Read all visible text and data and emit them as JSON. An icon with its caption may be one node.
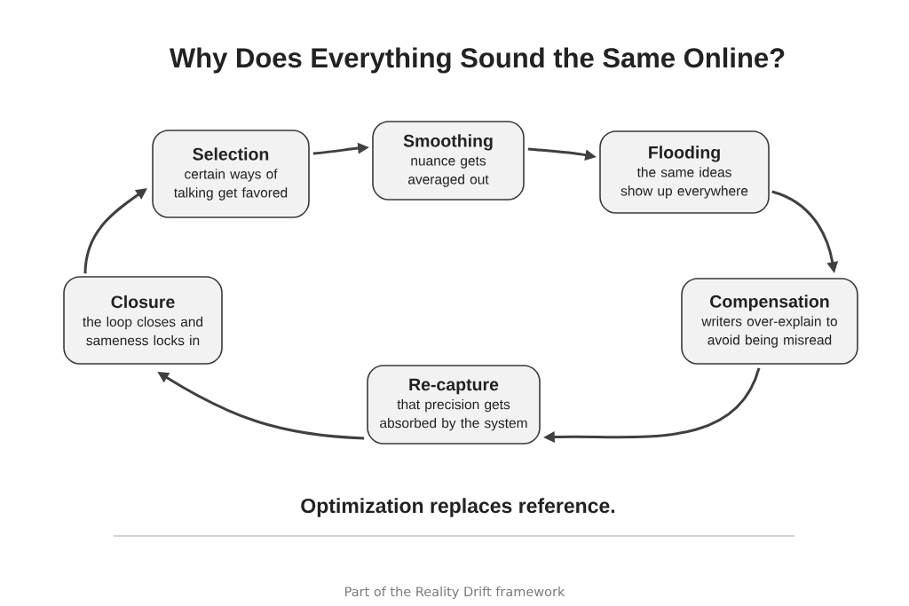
{
  "diagram": {
    "title": "Why Does Everything Sound the Same Online?",
    "caption": "Optimization replaces reference.",
    "nodes": [
      {
        "text": [
          "Selection",
          "certain ways of talking get favored"
        ]
      },
      {
        "text": [
          "Smoothing",
          "nuance gets averaged out"
        ]
      },
      {
        "text": [
          "Flooding",
          "the same ideas show up everywhere"
        ]
      },
      {
        "text": [
          "Compensation",
          "writers over-explain to avoid being misread"
        ]
      },
      {
        "text": [
          "Re-capture",
          "that precision gets absorbed by the system"
        ]
      },
      {
        "text": [
          "Closure",
          "the loop closes and sameness locks in"
        ]
      }
    ],
    "edges": [
      {
        "from": 0,
        "to": 1,
        "arrow": "to"
      },
      {
        "from": 1,
        "to": 2,
        "arrow": "to"
      },
      {
        "from": 2,
        "to": 3,
        "arrow": "to"
      },
      {
        "from": 3,
        "to": 4,
        "arrow": "to"
      },
      {
        "from": 4,
        "to": 5,
        "arrow": "to"
      },
      {
        "from": 5,
        "to": 0,
        "arrow": "to"
      }
    ],
    "labels": [
      "Part of the Reality Drift framework"
    ]
  }
}
